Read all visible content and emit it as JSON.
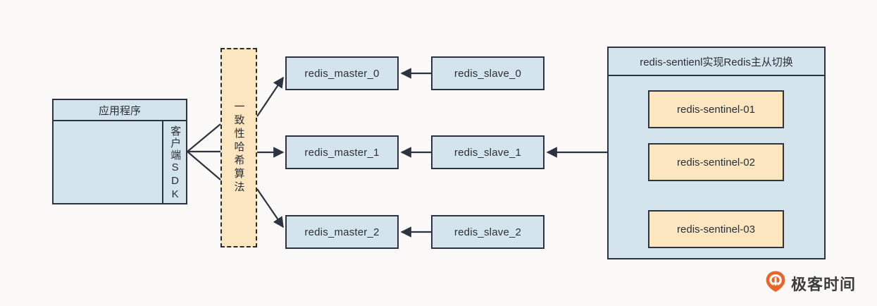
{
  "diagram": {
    "title_text_in_image": "",
    "background_color": "#faf9f7",
    "colors": {
      "blue_fill": "#d4e4ec",
      "orange_fill": "#fce6c0",
      "stroke": "#2d3340",
      "brand_orange": "#e8642a"
    },
    "application": {
      "header_label": "应用程序",
      "sdk_label": "客户端SDK"
    },
    "hash_ring": {
      "label": "一致性哈希算法"
    },
    "masters": [
      {
        "label": "redis_master_0"
      },
      {
        "label": "redis_master_1"
      },
      {
        "label": "redis_master_2"
      }
    ],
    "slaves": [
      {
        "label": "redis_slave_0"
      },
      {
        "label": "redis_slave_1"
      },
      {
        "label": "redis_slave_2"
      }
    ],
    "sentinel_panel": {
      "header_label": "redis-sentienl实现Redis主从切换",
      "items": [
        {
          "label": "redis-sentinel-01"
        },
        {
          "label": "redis-sentinel-02"
        },
        {
          "label": "redis-sentinel-03"
        }
      ]
    },
    "brand": {
      "name": "极客时间",
      "icon": "geektime-pin-icon"
    }
  }
}
